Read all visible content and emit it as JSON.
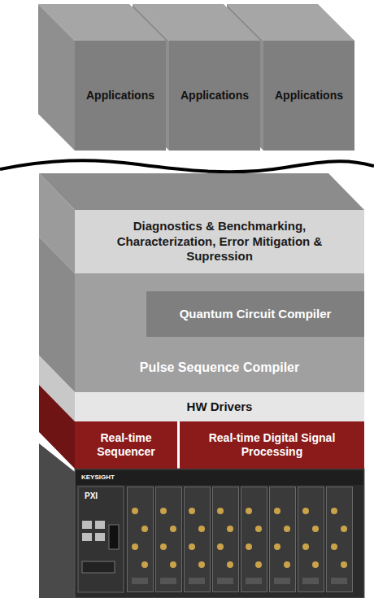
{
  "diagram": {
    "nodes": [
      {
        "text": [
          "Applications"
        ]
      },
      {
        "text": [
          "Applications"
        ]
      },
      {
        "text": [
          "Applications"
        ]
      },
      {
        "text": [
          "Diagnostics & Benchmarking, Characterization, Error Mitigation & Supression"
        ]
      },
      {
        "text": [
          "Pulse Sequence Compiler"
        ]
      },
      {
        "text": [
          "Quantum Circuit Compiler"
        ],
        "in": 4
      },
      {
        "text": [
          "HW Drivers"
        ]
      },
      {
        "text": [
          "Real-time Sequencer"
        ]
      },
      {
        "text": [
          "Real-time Digital Signal Processing"
        ]
      }
    ],
    "labels": [
      "KEYSIGHT",
      "PXI"
    ]
  }
}
